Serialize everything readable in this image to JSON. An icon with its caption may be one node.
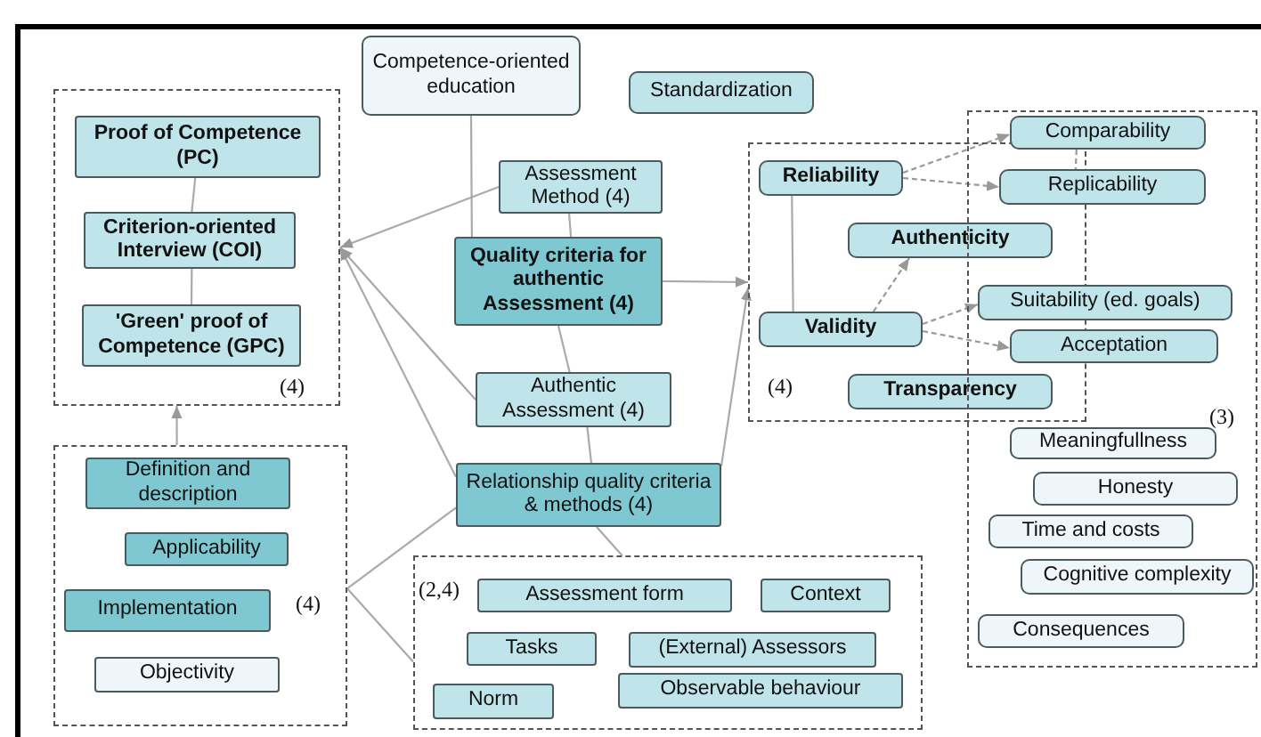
{
  "diagram": {
    "nodes": [
      {
        "text": [
          "(4)"
        ]
      },
      {
        "text": [
          "Proof of Competence (PC)"
        ],
        "in": 0
      },
      {
        "text": [
          "Criterion-oriented Interview (COI)"
        ],
        "in": 0
      },
      {
        "text": [
          "'Green' proof of Competence (GPC)"
        ],
        "in": 0
      },
      {
        "text": [
          "Competence-oriented education"
        ]
      },
      {
        "text": [
          "Standardization"
        ]
      },
      {
        "text": [
          "Assessment Method (4)"
        ]
      },
      {
        "text": [
          "Quality criteria for authentic Assessment (4)"
        ]
      },
      {
        "text": [
          "Authentic Assessment (4)"
        ]
      },
      {
        "text": [
          "Relationship quality criteria & methods (4)"
        ]
      },
      {
        "text": [
          "(4)"
        ]
      },
      {
        "text": [
          "Reliability"
        ],
        "in": 10
      },
      {
        "text": [
          "Authenticity"
        ],
        "in": 10
      },
      {
        "text": [
          "Validity"
        ],
        "in": 10
      },
      {
        "text": [
          "Transparency"
        ],
        "in": 10
      },
      {
        "text": [
          "(3)"
        ]
      },
      {
        "text": [
          "Comparability"
        ],
        "in": 15
      },
      {
        "text": [
          "Replicability"
        ],
        "in": 15
      },
      {
        "text": [
          "Suitability (ed. goals)"
        ],
        "in": 15
      },
      {
        "text": [
          "Acceptation"
        ],
        "in": 15
      },
      {
        "text": [
          "Meaningfullness"
        ],
        "in": 15
      },
      {
        "text": [
          "Honesty"
        ],
        "in": 15
      },
      {
        "text": [
          "Time and costs"
        ],
        "in": 15
      },
      {
        "text": [
          "Cognitive complexity"
        ],
        "in": 15
      },
      {
        "text": [
          "Consequences"
        ],
        "in": 15
      },
      {
        "text": [
          "(4)"
        ]
      },
      {
        "text": [
          "Definition and description"
        ],
        "in": 25
      },
      {
        "text": [
          "Applicability"
        ],
        "in": 25
      },
      {
        "text": [
          "Implementation"
        ],
        "in": 25
      },
      {
        "text": [
          "Objectivity"
        ],
        "in": 25
      },
      {
        "text": [
          "(2,4)"
        ]
      },
      {
        "text": [
          "Assessment form"
        ],
        "in": 30
      },
      {
        "text": [
          "Context"
        ],
        "in": 30
      },
      {
        "text": [
          "Tasks"
        ],
        "in": 30
      },
      {
        "text": [
          "(External) Assessors"
        ],
        "in": 30
      },
      {
        "text": [
          "Norm"
        ],
        "in": 30
      },
      {
        "text": [
          "Observable behaviour"
        ],
        "in": 30
      }
    ],
    "edges": [
      {
        "from": 1,
        "to": 2,
        "arrow": "none"
      },
      {
        "from": 2,
        "to": 3,
        "arrow": "none"
      },
      {
        "from": 25,
        "to": 0,
        "arrow": "to"
      },
      {
        "from": 6,
        "to": 0,
        "arrow": "to"
      },
      {
        "from": 8,
        "to": 0,
        "arrow": "to"
      },
      {
        "from": 9,
        "to": 0,
        "arrow": "to"
      },
      {
        "from": 4,
        "to": 7,
        "arrow": "none"
      },
      {
        "from": 6,
        "to": 7,
        "arrow": "none"
      },
      {
        "from": 7,
        "to": 8,
        "arrow": "none"
      },
      {
        "from": 8,
        "to": 9,
        "arrow": "none"
      },
      {
        "from": 7,
        "to": 10,
        "arrow": "to"
      },
      {
        "from": 9,
        "to": 10,
        "arrow": "to"
      },
      {
        "from": 25,
        "to": 9,
        "arrow": "none"
      },
      {
        "from": 25,
        "to": 30,
        "arrow": "none"
      },
      {
        "from": 9,
        "to": 30,
        "arrow": "none"
      },
      {
        "from": 11,
        "to": 13,
        "arrow": "none"
      },
      {
        "from": 11,
        "to": 16,
        "arrow": "to",
        "style": "dashed"
      },
      {
        "from": 11,
        "to": 17,
        "arrow": "to",
        "style": "dashed"
      },
      {
        "from": 13,
        "to": 12,
        "arrow": "to",
        "style": "dashed"
      },
      {
        "from": 13,
        "to": 18,
        "arrow": "to",
        "style": "dashed"
      },
      {
        "from": 13,
        "to": 19,
        "arrow": "to",
        "style": "dashed"
      },
      {
        "from": 16,
        "to": 17,
        "arrow": "none",
        "style": "dashed"
      }
    ]
  }
}
